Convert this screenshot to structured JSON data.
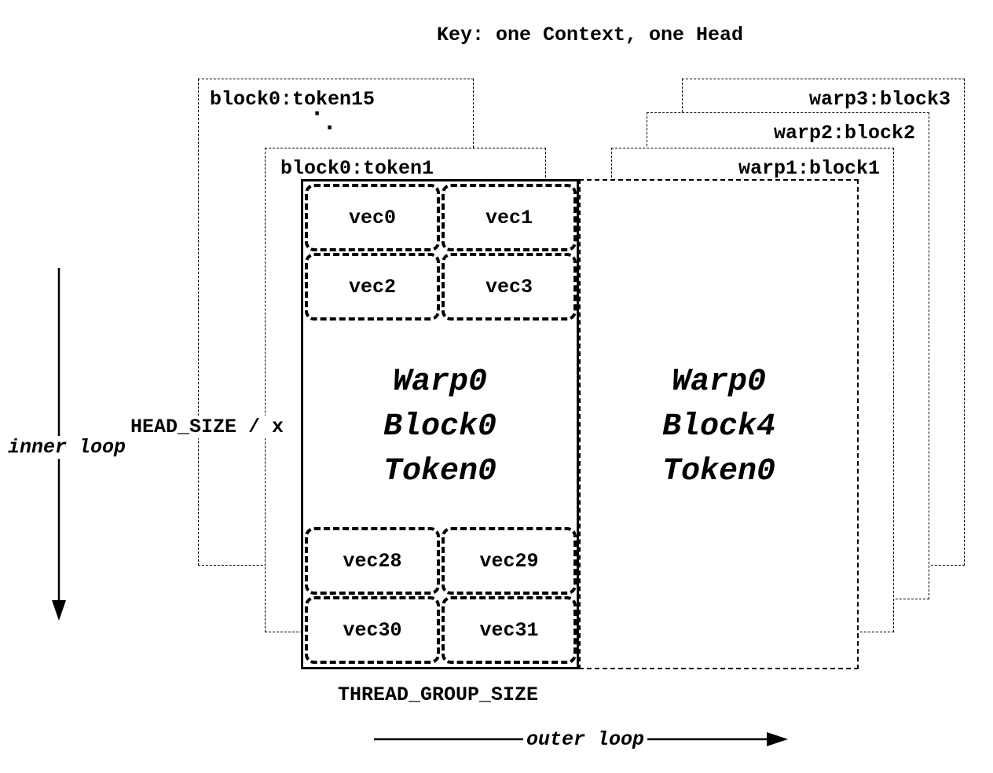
{
  "title": "Key: one Context, one Head",
  "layers": {
    "block0_token15": "block0:token15",
    "block0_token1": "block0:token1",
    "warp3_block3": "warp3:block3",
    "warp2_block2": "warp2:block2",
    "warp1_block1": "warp1:block1"
  },
  "ellipsis_dot": "·",
  "main_block": {
    "vecs": [
      "vec0",
      "vec1",
      "vec2",
      "vec3",
      "vec28",
      "vec29",
      "vec30",
      "vec31"
    ],
    "label_lines": [
      "Warp0",
      "Block0",
      "Token0"
    ]
  },
  "right_block": {
    "label_lines": [
      "Warp0",
      "Block4",
      "Token0"
    ]
  },
  "annotations": {
    "head_size": "HEAD_SIZE / x",
    "thread_group_size": "THREAD_GROUP_SIZE",
    "inner_loop": "inner loop",
    "outer_loop": "outer loop"
  },
  "colors": {
    "line": "#000000",
    "background": "#ffffff"
  }
}
